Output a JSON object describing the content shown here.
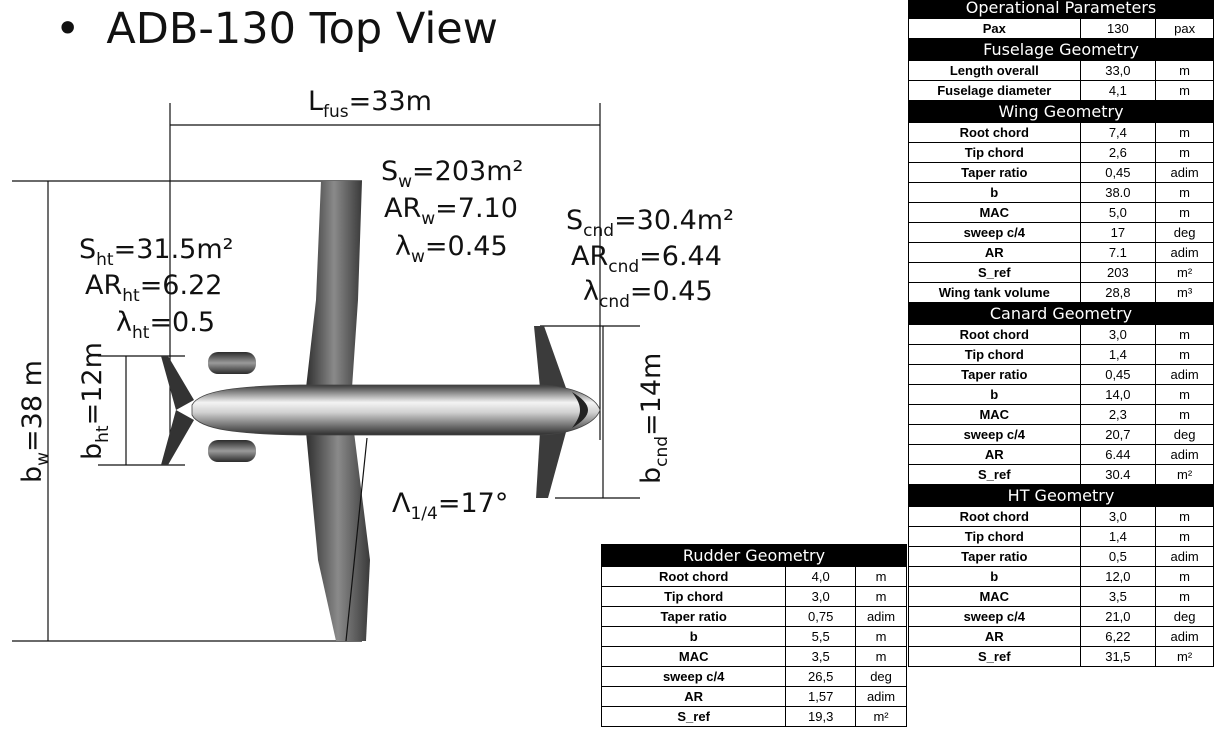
{
  "title": "ADB-130 Top View",
  "diagram": {
    "l_fus": {
      "sym": "L",
      "sub": "fus",
      "val": "=33m"
    },
    "s_w": {
      "sym": "S",
      "sub": "w",
      "val": "=203m²"
    },
    "ar_w": {
      "sym": "AR",
      "sub": "w",
      "val": "=7.10"
    },
    "lam_w": {
      "sym": "λ",
      "sub": "w",
      "val": "=0.45"
    },
    "s_cnd": {
      "sym": "S",
      "sub": "cnd",
      "val": "=30.4m²"
    },
    "ar_cnd": {
      "sym": "AR",
      "sub": "cnd",
      "val": "=6.44"
    },
    "lam_cnd": {
      "sym": "λ",
      "sub": "cnd",
      "val": "=0.45"
    },
    "s_ht": {
      "sym": "S",
      "sub": "ht",
      "val": "=31.5m²"
    },
    "ar_ht": {
      "sym": "AR",
      "sub": "ht",
      "val": "=6.22"
    },
    "lam_ht": {
      "sym": "λ",
      "sub": "ht",
      "val": "=0.5"
    },
    "b_w": {
      "sym": "b",
      "sub": "w",
      "val": "=38 m"
    },
    "b_ht": {
      "sym": "b",
      "sub": "ht",
      "val": "=12m"
    },
    "b_cnd": {
      "sym": "b",
      "sub": "cnd",
      "val": "=14m"
    },
    "sweep": {
      "sym": "Λ",
      "sub": "1/4",
      "val": "=17°"
    }
  },
  "tables": {
    "operational": {
      "title": "Operational Parameters",
      "rows": [
        [
          "Pax",
          "130",
          "pax"
        ]
      ]
    },
    "fuselage": {
      "title": "Fuselage Geometry",
      "rows": [
        [
          "Length overall",
          "33,0",
          "m"
        ],
        [
          "Fuselage diameter",
          "4,1",
          "m"
        ]
      ]
    },
    "wing": {
      "title": "Wing Geometry",
      "rows": [
        [
          "Root chord",
          "7,4",
          "m"
        ],
        [
          "Tip chord",
          "2,6",
          "m"
        ],
        [
          "Taper ratio",
          "0,45",
          "adim"
        ],
        [
          "b",
          "38.0",
          "m"
        ],
        [
          "MAC",
          "5,0",
          "m"
        ],
        [
          "sweep c/4",
          "17",
          "deg"
        ],
        [
          "AR",
          "7.1",
          "adim"
        ],
        [
          "S_ref",
          "203",
          "m²"
        ],
        [
          "Wing tank volume",
          "28,8",
          "m³"
        ]
      ]
    },
    "canard": {
      "title": "Canard Geometry",
      "rows": [
        [
          "Root chord",
          "3,0",
          "m"
        ],
        [
          "Tip chord",
          "1,4",
          "m"
        ],
        [
          "Taper ratio",
          "0,45",
          "adim"
        ],
        [
          "b",
          "14,0",
          "m"
        ],
        [
          "MAC",
          "2,3",
          "m"
        ],
        [
          "sweep c/4",
          "20,7",
          "deg"
        ],
        [
          "AR",
          "6.44",
          "adim"
        ],
        [
          "S_ref",
          "30.4",
          "m²"
        ]
      ]
    },
    "ht": {
      "title": "HT Geometry",
      "rows": [
        [
          "Root chord",
          "3,0",
          "m"
        ],
        [
          "Tip chord",
          "1,4",
          "m"
        ],
        [
          "Taper ratio",
          "0,5",
          "adim"
        ],
        [
          "b",
          "12,0",
          "m"
        ],
        [
          "MAC",
          "3,5",
          "m"
        ],
        [
          "sweep c/4",
          "21,0",
          "deg"
        ],
        [
          "AR",
          "6,22",
          "adim"
        ],
        [
          "S_ref",
          "31,5",
          "m²"
        ]
      ]
    },
    "rudder": {
      "title": "Rudder Geometry",
      "rows": [
        [
          "Root chord",
          "4,0",
          "m"
        ],
        [
          "Tip chord",
          "3,0",
          "m"
        ],
        [
          "Taper ratio",
          "0,75",
          "adim"
        ],
        [
          "b",
          "5,5",
          "m"
        ],
        [
          "MAC",
          "3,5",
          "m"
        ],
        [
          "sweep c/4",
          "26,5",
          "deg"
        ],
        [
          "AR",
          "1,57",
          "adim"
        ],
        [
          "S_ref",
          "19,3",
          "m²"
        ]
      ]
    }
  }
}
